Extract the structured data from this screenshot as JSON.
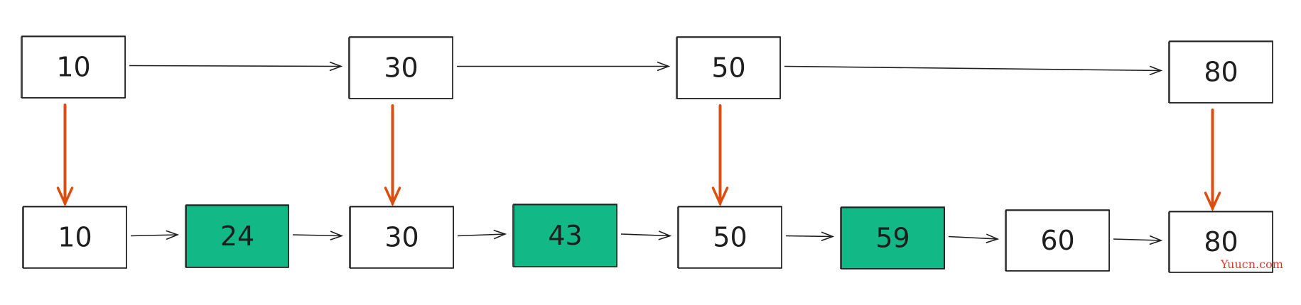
{
  "diagram": {
    "index_level": {
      "nodes": [
        {
          "id": "i10",
          "value": "10"
        },
        {
          "id": "i30",
          "value": "30"
        },
        {
          "id": "i50",
          "value": "50"
        },
        {
          "id": "i80",
          "value": "80"
        }
      ]
    },
    "base_level": {
      "nodes": [
        {
          "id": "b10",
          "value": "10",
          "highlight": false
        },
        {
          "id": "b24",
          "value": "24",
          "highlight": true
        },
        {
          "id": "b30",
          "value": "30",
          "highlight": false
        },
        {
          "id": "b43",
          "value": "43",
          "highlight": true
        },
        {
          "id": "b50",
          "value": "50",
          "highlight": false
        },
        {
          "id": "b59",
          "value": "59",
          "highlight": true
        },
        {
          "id": "b60",
          "value": "60",
          "highlight": false
        },
        {
          "id": "b80",
          "value": "80",
          "highlight": false
        }
      ]
    },
    "edges": [
      {
        "from": "i10",
        "to": "i30",
        "kind": "next"
      },
      {
        "from": "i30",
        "to": "i50",
        "kind": "next"
      },
      {
        "from": "i50",
        "to": "i80",
        "kind": "next"
      },
      {
        "from": "b10",
        "to": "b24",
        "kind": "next"
      },
      {
        "from": "b24",
        "to": "b30",
        "kind": "next"
      },
      {
        "from": "b30",
        "to": "b43",
        "kind": "next"
      },
      {
        "from": "b43",
        "to": "b50",
        "kind": "next"
      },
      {
        "from": "b50",
        "to": "b59",
        "kind": "next"
      },
      {
        "from": "b59",
        "to": "b60",
        "kind": "next"
      },
      {
        "from": "b60",
        "to": "b80",
        "kind": "next"
      },
      {
        "from": "i10",
        "to": "b10",
        "kind": "down"
      },
      {
        "from": "i30",
        "to": "b30",
        "kind": "down"
      },
      {
        "from": "i50",
        "to": "b50",
        "kind": "down"
      },
      {
        "from": "i80",
        "to": "b80",
        "kind": "down"
      }
    ],
    "colors": {
      "stroke": "#1e1e1e",
      "highlight_fill": "#12b886",
      "down_arrow": "#dc4e10",
      "watermark": "#d93a2b"
    }
  },
  "watermark": "Yuucn.com"
}
